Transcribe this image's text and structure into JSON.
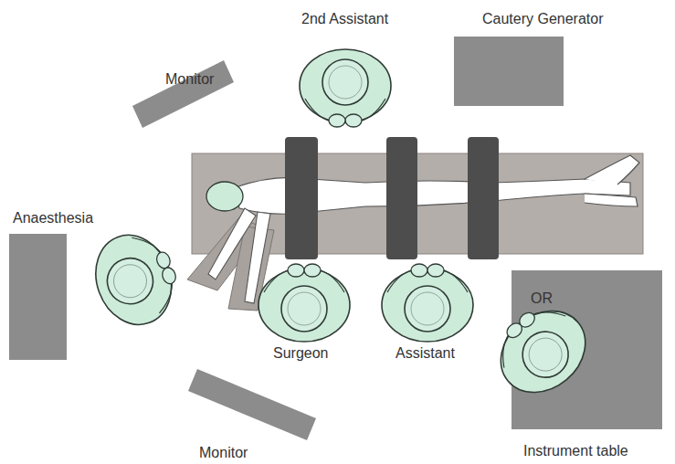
{
  "diagram": {
    "labels": [
      "Monitor",
      "2nd Assistant",
      "Cautery Generator",
      "Anaesthesia",
      "Surgeon",
      "Assistant",
      "OR",
      "Monitor",
      "Instrument table"
    ]
  }
}
